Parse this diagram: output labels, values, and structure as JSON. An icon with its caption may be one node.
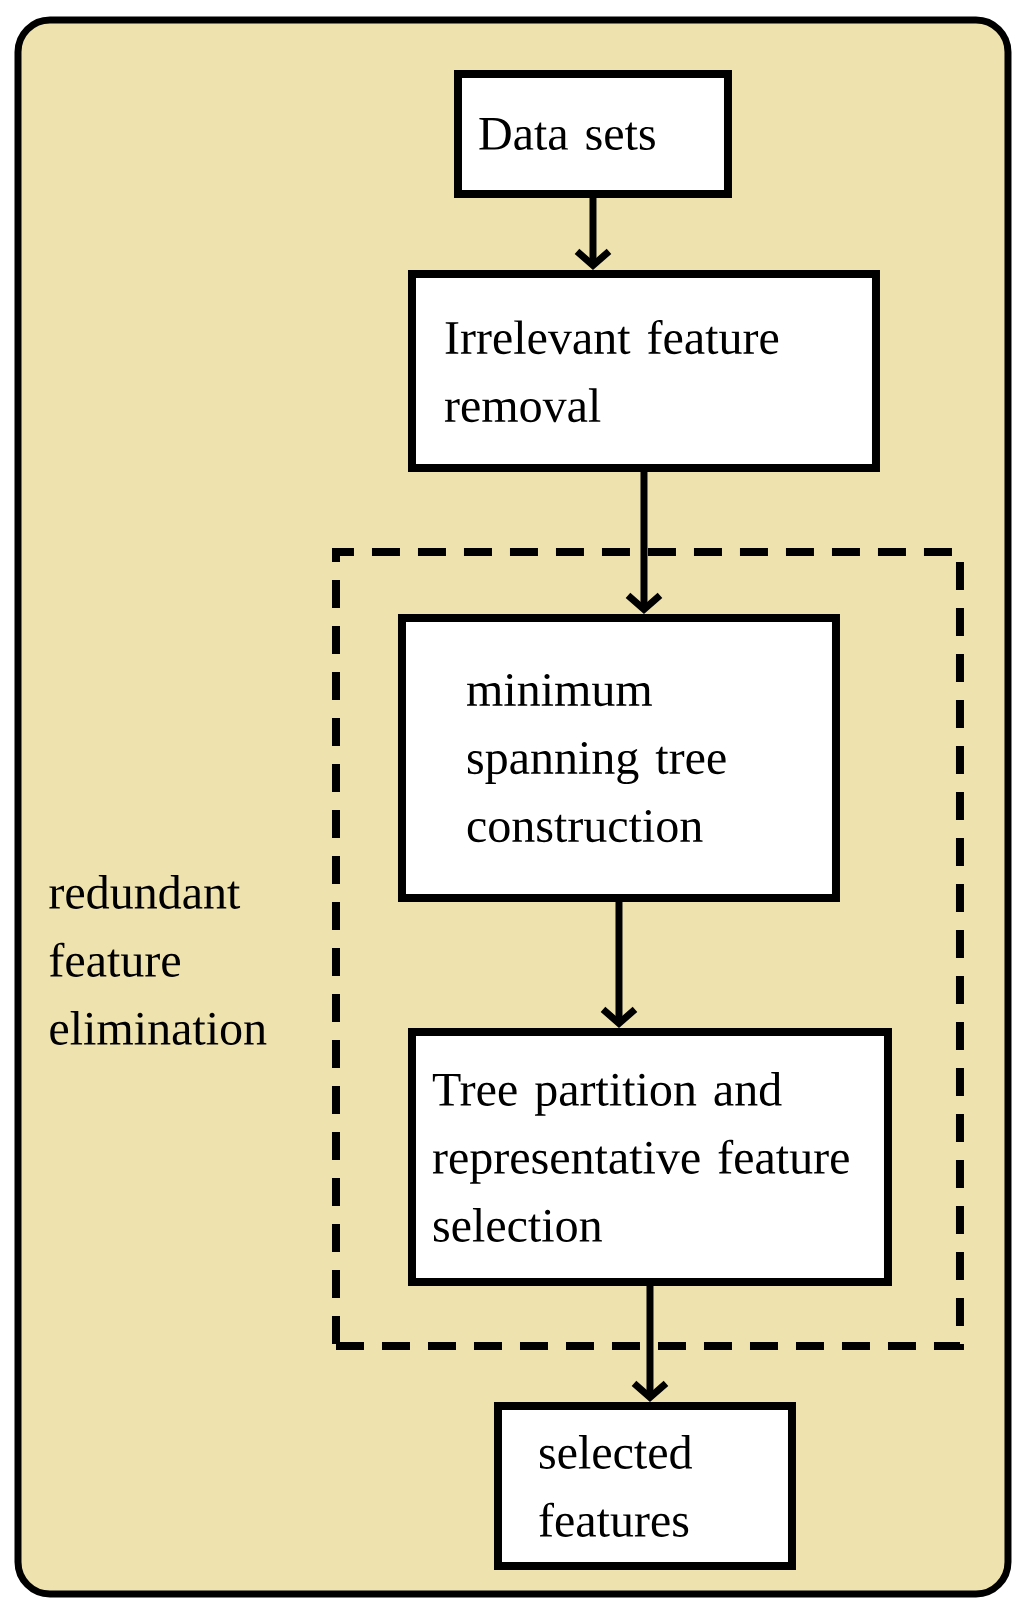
{
  "diagram": {
    "nodes": [
      {
        "text": [],
        "shape": "box"
      },
      {
        "text": [
          "Data sets"
        ],
        "in": 0
      },
      {
        "text": [
          "Irrelevant feature removal"
        ],
        "in": 0
      },
      {
        "text": [
          "redundant feature elimination"
        ],
        "in": 0
      },
      {
        "text": [
          "minimum spanning tree construction"
        ],
        "in": 3
      },
      {
        "text": [
          "Tree partition and representative feature selection"
        ],
        "in": 3
      },
      {
        "text": [
          "selected features"
        ],
        "in": 0
      }
    ],
    "edges": [
      {
        "from": 1,
        "to": 2,
        "arrow": "to"
      },
      {
        "from": 2,
        "to": 4,
        "arrow": "to"
      },
      {
        "from": 4,
        "to": 5,
        "arrow": "to"
      },
      {
        "from": 5,
        "to": 6,
        "arrow": "to"
      }
    ]
  }
}
